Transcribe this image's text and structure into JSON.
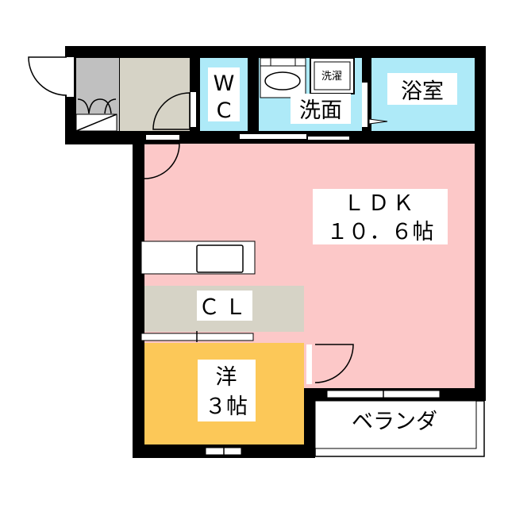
{
  "floorplan": {
    "rooms": {
      "wc": {
        "line1": "W",
        "line2": "C"
      },
      "washroom": {
        "label": "洗面",
        "washer": "洗濯"
      },
      "bath": {
        "label": "浴室"
      },
      "ldk": {
        "line1": "ＬＤＫ",
        "line2": "１０．６帖"
      },
      "closet": {
        "label": "ＣＬ"
      },
      "western": {
        "line1": "洋",
        "line2": "３帖"
      },
      "balcony": {
        "label": "ベランダ"
      }
    },
    "colors": {
      "wall": "#000000",
      "wet_area": "#aeeaf8",
      "ldk": "#fcc8c8",
      "western": "#fcc858",
      "storage": "#d6d3c6",
      "entrance": "#c0c0c0"
    }
  }
}
